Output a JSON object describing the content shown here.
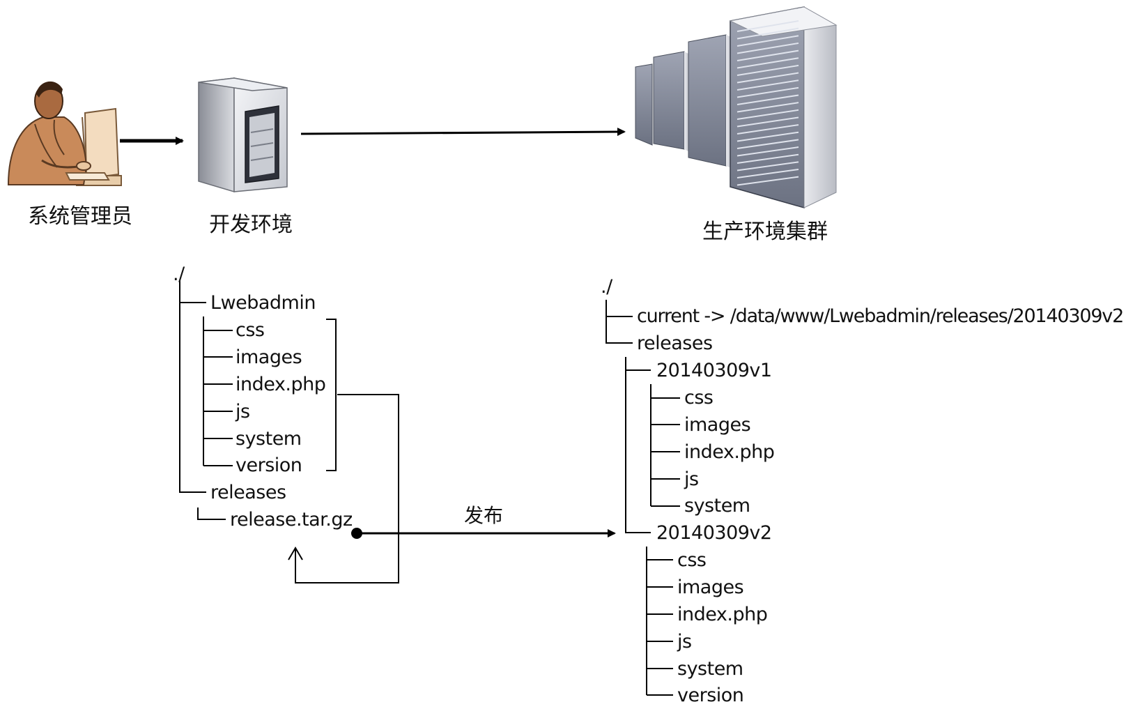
{
  "nodes": {
    "admin_label": "系统管理员",
    "dev_label": "开发环境",
    "prod_label": "生产环境集群"
  },
  "publish_label": "发布",
  "dev_tree": {
    "root": "./",
    "project": "Lwebadmin",
    "project_items": [
      "css",
      "images",
      "index.php",
      "js",
      "system",
      "version"
    ],
    "releases": "releases",
    "archive": "release.tar.gz"
  },
  "prod_tree": {
    "root": "./",
    "current_link": "current -> /data/www/Lwebadmin/releases/20140309v2",
    "releases": "releases",
    "v1": {
      "name": "20140309v1",
      "items": [
        "css",
        "images",
        "index.php",
        "js",
        "system"
      ]
    },
    "v2": {
      "name": "20140309v2",
      "items": [
        "css",
        "images",
        "index.php",
        "js",
        "system",
        "version"
      ]
    }
  },
  "icons": {
    "admin": "person-at-computer-icon",
    "dev": "tower-server-icon",
    "prod": "server-rack-cluster-icon"
  }
}
